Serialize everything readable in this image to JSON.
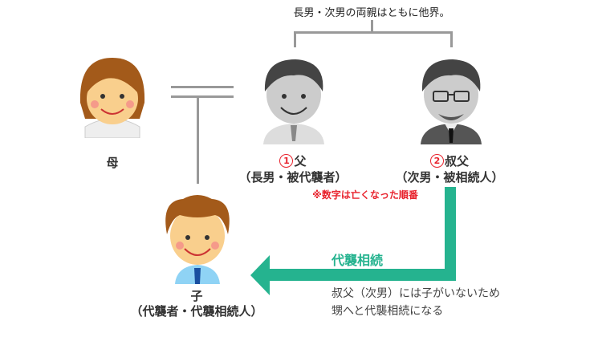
{
  "top_note": "長男・次男の両親はともに他界。",
  "mother": {
    "label": "母"
  },
  "father": {
    "number": "1",
    "name": "父",
    "role": "（長男・被代襲者）"
  },
  "uncle": {
    "number": "2",
    "name": "叔父",
    "role": "（次男・被相続人）"
  },
  "order_note": "※数字は亡くなった順番",
  "child": {
    "name": "子",
    "role": "（代襲者・代襲相続人）"
  },
  "arrow": {
    "label": "代襲相続",
    "desc_line1": "叔父（次男）には子がいないため",
    "desc_line2": "甥へと代襲相続になる"
  },
  "colors": {
    "green": "#25b38f",
    "red": "#e8232d",
    "line": "#999999"
  }
}
